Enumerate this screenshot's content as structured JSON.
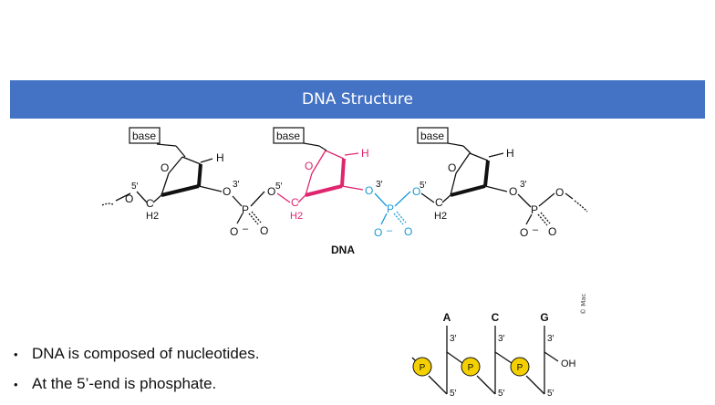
{
  "header": {
    "title": "DNA Structure"
  },
  "diagram": {
    "base_label": "base",
    "h_label": "H",
    "o_label": "O",
    "p_label": "P",
    "c_label": "C",
    "h2_label": "H2",
    "five_prime": "5′",
    "three_prime": "3′",
    "minus": "–",
    "caption": "DNA",
    "colors": {
      "black": "#111111",
      "pink": "#e0256f",
      "blue": "#1a9ad6"
    }
  },
  "strand": {
    "bases": [
      "A",
      "C",
      "G"
    ],
    "phosphate": "P",
    "three_prime": "3′",
    "five_prime": "5′",
    "oh": "OH",
    "credit": "© Mac",
    "phosphate_color": "#f5d000"
  },
  "bullets": [
    "DNA is composed of nucleotides.",
    "At the 5’-end is phosphate."
  ]
}
